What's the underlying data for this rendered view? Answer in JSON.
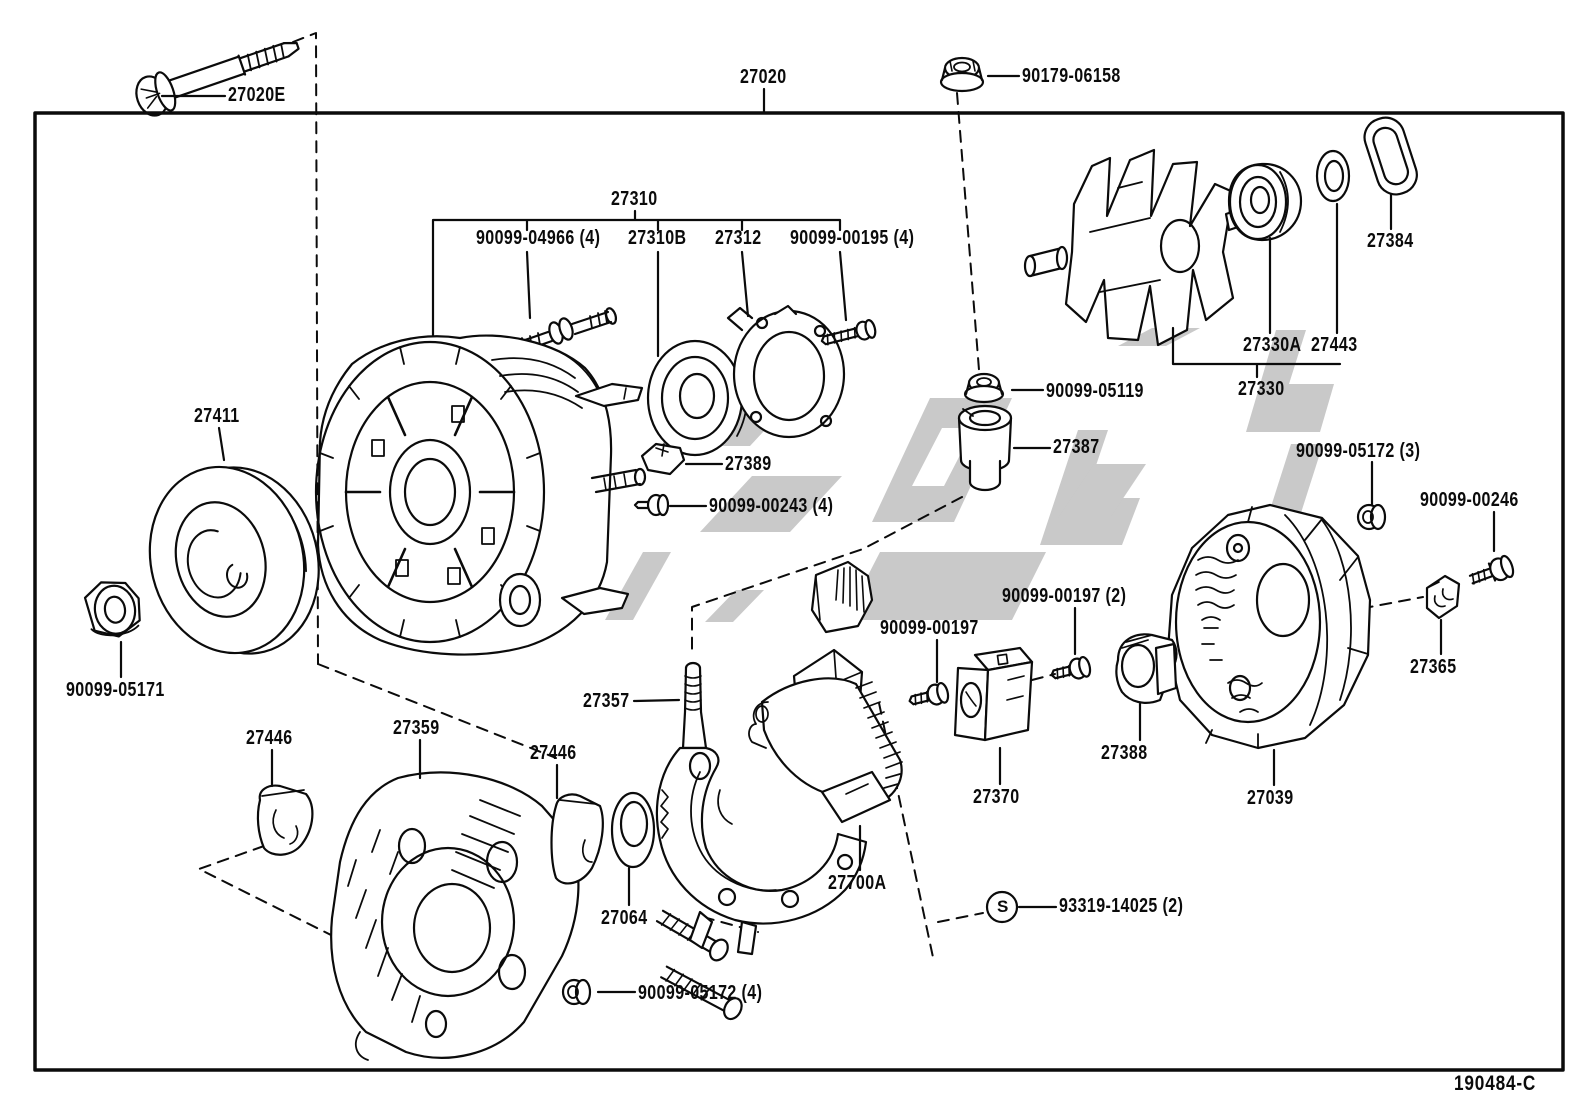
{
  "diagram": {
    "title": "Alternator exploded parts diagram",
    "doc_code": "190484-C",
    "line_color": "#0b0b0b",
    "watermark_color": "#c9c9c9",
    "s_marker": "S",
    "labels": [
      {
        "id": "27020E",
        "text": "27020E"
      },
      {
        "id": "27020",
        "text": "27020"
      },
      {
        "id": "90179-06158",
        "text": "90179-06158"
      },
      {
        "id": "27310",
        "text": "27310"
      },
      {
        "id": "90099-04966",
        "text": "90099-04966 (4)"
      },
      {
        "id": "27310B",
        "text": "27310B"
      },
      {
        "id": "27312",
        "text": "27312"
      },
      {
        "id": "90099-00195",
        "text": "90099-00195 (4)"
      },
      {
        "id": "27384",
        "text": "27384"
      },
      {
        "id": "27330A",
        "text": "27330A"
      },
      {
        "id": "27443",
        "text": "27443"
      },
      {
        "id": "27330",
        "text": "27330"
      },
      {
        "id": "90099-05119",
        "text": "90099-05119"
      },
      {
        "id": "27387",
        "text": "27387"
      },
      {
        "id": "90099-05172-3",
        "text": "90099-05172 (3)"
      },
      {
        "id": "90099-00246",
        "text": "90099-00246"
      },
      {
        "id": "27411",
        "text": "27411"
      },
      {
        "id": "27389",
        "text": "27389"
      },
      {
        "id": "90099-00243",
        "text": "90099-00243 (4)"
      },
      {
        "id": "90099-05171",
        "text": "90099-05171"
      },
      {
        "id": "90099-00197-2",
        "text": "90099-00197 (2)"
      },
      {
        "id": "90099-00197",
        "text": "90099-00197"
      },
      {
        "id": "27365",
        "text": "27365"
      },
      {
        "id": "27446-a",
        "text": "27446"
      },
      {
        "id": "27359",
        "text": "27359"
      },
      {
        "id": "27446-b",
        "text": "27446"
      },
      {
        "id": "27357",
        "text": "27357"
      },
      {
        "id": "27388",
        "text": "27388"
      },
      {
        "id": "27370",
        "text": "27370"
      },
      {
        "id": "27039",
        "text": "27039"
      },
      {
        "id": "27064",
        "text": "27064"
      },
      {
        "id": "27700A",
        "text": "27700A"
      },
      {
        "id": "93319-14025",
        "text": "93319-14025 (2)"
      },
      {
        "id": "90099-05172-4",
        "text": "90099-05172 (4)"
      },
      {
        "id": "S",
        "text": "S"
      },
      {
        "id": "190484-C",
        "text": "190484-C"
      }
    ]
  }
}
